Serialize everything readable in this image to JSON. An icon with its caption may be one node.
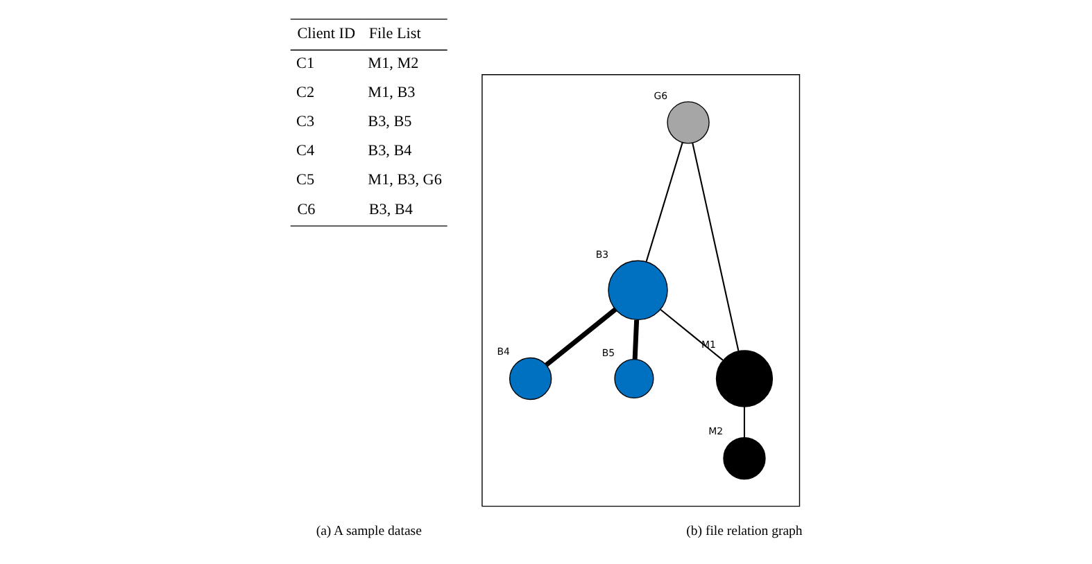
{
  "diagram": {
    "nodes": [
      {
        "text": [],
        "shape": "box"
      },
      {
        "text": [
          "G6"
        ],
        "in": 0
      },
      {
        "text": [
          "B4"
        ],
        "in": 0
      },
      {
        "text": [
          "B3"
        ],
        "in": 0
      },
      {
        "text": [
          "B5"
        ],
        "in": 0
      },
      {
        "text": [
          "M1"
        ],
        "in": 0
      },
      {
        "text": [
          "M2"
        ],
        "in": 0
      }
    ],
    "edges": [
      {
        "from": 1,
        "to": 3,
        "arrow": "none"
      },
      {
        "from": 1,
        "to": 5,
        "arrow": "none"
      },
      {
        "from": 3,
        "to": 2,
        "arrow": "none",
        "style": "thick"
      },
      {
        "from": 3,
        "to": 4,
        "arrow": "none",
        "style": "thick"
      },
      {
        "from": 3,
        "to": 5,
        "arrow": "none"
      },
      {
        "from": 5,
        "to": 6,
        "arrow": "none"
      }
    ],
    "labels": [
      "Client ID",
      "File List",
      "C1",
      "M1, M2",
      "C2",
      "M1, B3",
      "C3",
      "B3, B5",
      "C4",
      "B3, B4",
      "C5",
      "M1, B3, G6",
      "C6",
      "B3, B4",
      "(a) A sample datase",
      "(b) file relation graph"
    ]
  }
}
